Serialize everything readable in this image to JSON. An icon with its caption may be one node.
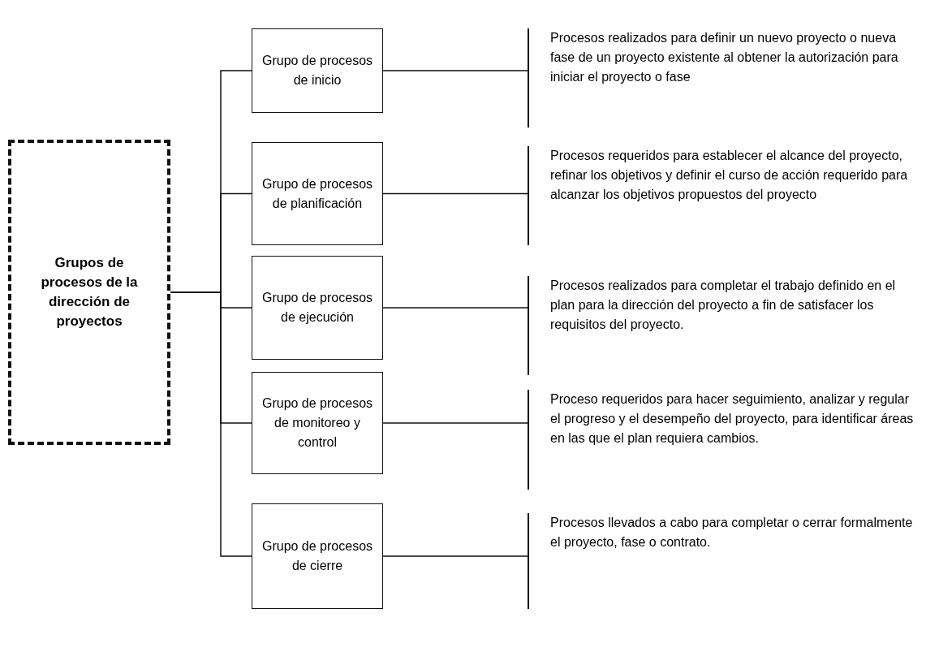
{
  "diagram": {
    "nodes": [
      {
        "text": [
          "Grupos de procesos de la dirección de proyectos"
        ]
      },
      {
        "text": [
          "Grupo de procesos de inicio"
        ]
      },
      {
        "text": [
          "Grupo de procesos de planificación"
        ]
      },
      {
        "text": [
          "Grupo de procesos de ejecución"
        ]
      },
      {
        "text": [
          "Grupo de procesos de monitoreo y control"
        ]
      },
      {
        "text": [
          "Grupo de procesos de cierre"
        ]
      },
      {
        "text": [
          "Procesos realizados para definir un nuevo proyecto o nueva fase de un proyecto existente al obtener la autorización para iniciar el proyecto o fase"
        ]
      },
      {
        "text": [
          "Procesos requeridos para establecer el alcance del proyecto, refinar los objetivos y definir el curso de acción requerido para alcanzar los objetivos propuestos del proyecto"
        ]
      },
      {
        "text": [
          "Procesos realizados para completar el trabajo definido en el plan para la dirección del proyecto a fin de satisfacer los requisitos del proyecto."
        ]
      },
      {
        "text": [
          "Proceso requeridos para hacer seguimiento, analizar y regular el progreso y el desempeño del proyecto, para identificar áreas en las que el plan requiera cambios."
        ]
      },
      {
        "text": [
          "Procesos llevados a cabo para completar o cerrar formalmente el proyecto, fase o contrato."
        ]
      }
    ],
    "edges": [
      {
        "from": 0,
        "to": 1,
        "arrow": "none"
      },
      {
        "from": 0,
        "to": 2,
        "arrow": "none"
      },
      {
        "from": 0,
        "to": 3,
        "arrow": "none"
      },
      {
        "from": 0,
        "to": 4,
        "arrow": "none"
      },
      {
        "from": 0,
        "to": 5,
        "arrow": "none"
      },
      {
        "from": 1,
        "to": 6,
        "arrow": "none"
      },
      {
        "from": 2,
        "to": 7,
        "arrow": "none"
      },
      {
        "from": 3,
        "to": 8,
        "arrow": "none"
      },
      {
        "from": 4,
        "to": 9,
        "arrow": "none"
      },
      {
        "from": 5,
        "to": 10,
        "arrow": "none"
      }
    ]
  }
}
